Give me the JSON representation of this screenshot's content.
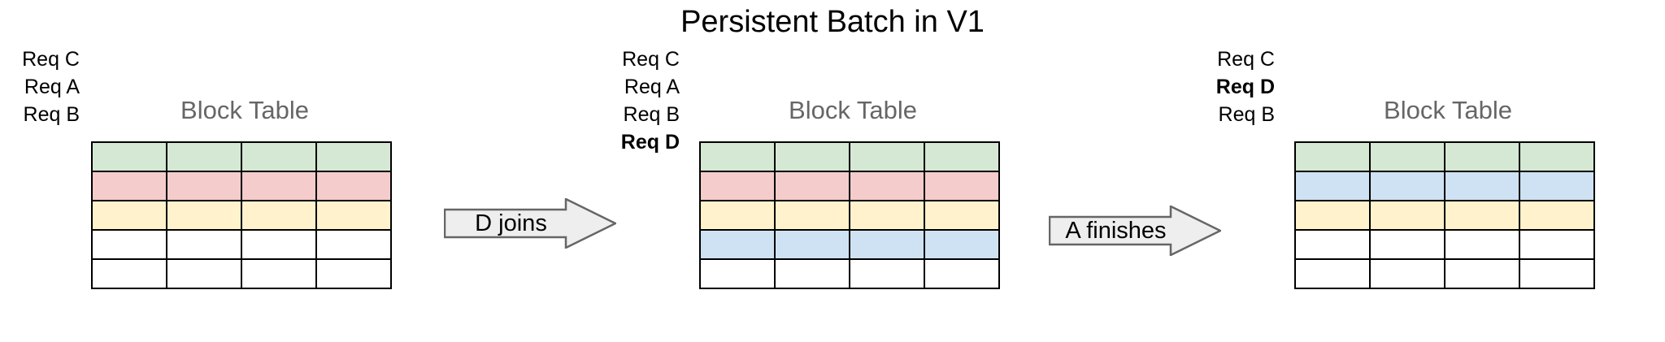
{
  "page": {
    "title": "Persistent Batch in V1",
    "background": "#ffffff"
  },
  "colors": {
    "green": "#d5e8d4",
    "pink": "#f4cccc",
    "yellow": "#fff2cc",
    "blue": "#cfe2f3",
    "empty": "#ffffff",
    "grid_line": "#000000",
    "caption": "#666666",
    "arrow_fill": "#eeeeee",
    "arrow_stroke": "#666666"
  },
  "stages": [
    {
      "caption": "Block Table",
      "columns": 4,
      "rows": [
        {
          "label": "Req C",
          "bold": false,
          "color_key": "green"
        },
        {
          "label": "Req A",
          "bold": false,
          "color_key": "pink"
        },
        {
          "label": "Req B",
          "bold": false,
          "color_key": "yellow"
        },
        {
          "label": "",
          "bold": false,
          "color_key": "empty"
        },
        {
          "label": "",
          "bold": false,
          "color_key": "empty"
        }
      ]
    },
    {
      "caption": "Block Table",
      "columns": 4,
      "rows": [
        {
          "label": "Req C",
          "bold": false,
          "color_key": "green"
        },
        {
          "label": "Req A",
          "bold": false,
          "color_key": "pink"
        },
        {
          "label": "Req B",
          "bold": false,
          "color_key": "yellow"
        },
        {
          "label": "Req D",
          "bold": true,
          "color_key": "blue"
        },
        {
          "label": "",
          "bold": false,
          "color_key": "empty"
        }
      ]
    },
    {
      "caption": "Block Table",
      "columns": 4,
      "rows": [
        {
          "label": "Req C",
          "bold": false,
          "color_key": "green"
        },
        {
          "label": "Req D",
          "bold": true,
          "color_key": "blue"
        },
        {
          "label": "Req B",
          "bold": false,
          "color_key": "yellow"
        },
        {
          "label": "",
          "bold": false,
          "color_key": "empty"
        },
        {
          "label": "",
          "bold": false,
          "color_key": "empty"
        }
      ]
    }
  ],
  "arrows": [
    {
      "label": "D joins"
    },
    {
      "label": "A finishes"
    }
  ]
}
